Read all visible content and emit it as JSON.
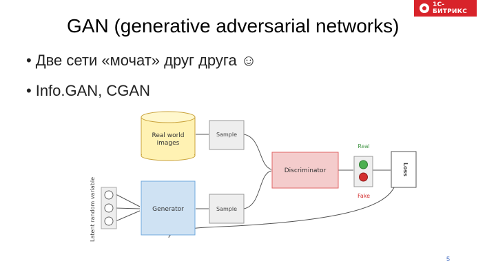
{
  "brand": {
    "logo_text": "1С-БИТРИКС"
  },
  "slide": {
    "title": "GAN (generative adversarial networks)",
    "bullets": [
      {
        "text": "Две сети «мочат» друг друга ☺"
      },
      {
        "text": "Info.GAN, CGAN"
      }
    ],
    "page_number": "5"
  },
  "diagram": {
    "real_world_images": "Real world",
    "real_world_images_line2": "images",
    "sample_top": "Sample",
    "sample_bottom": "Sample",
    "generator": "Generator",
    "discriminator": "Discriminator",
    "latent_label": "Latent random variable",
    "real_label": "Real",
    "fake_label": "Fake",
    "loss_label": "Loss",
    "colors": {
      "real": "#4caf50",
      "fake": "#d32f2f",
      "generator_fill": "#cfe2f3",
      "discriminator_fill": "#f4cccc",
      "db_fill": "#fff2b3"
    }
  }
}
